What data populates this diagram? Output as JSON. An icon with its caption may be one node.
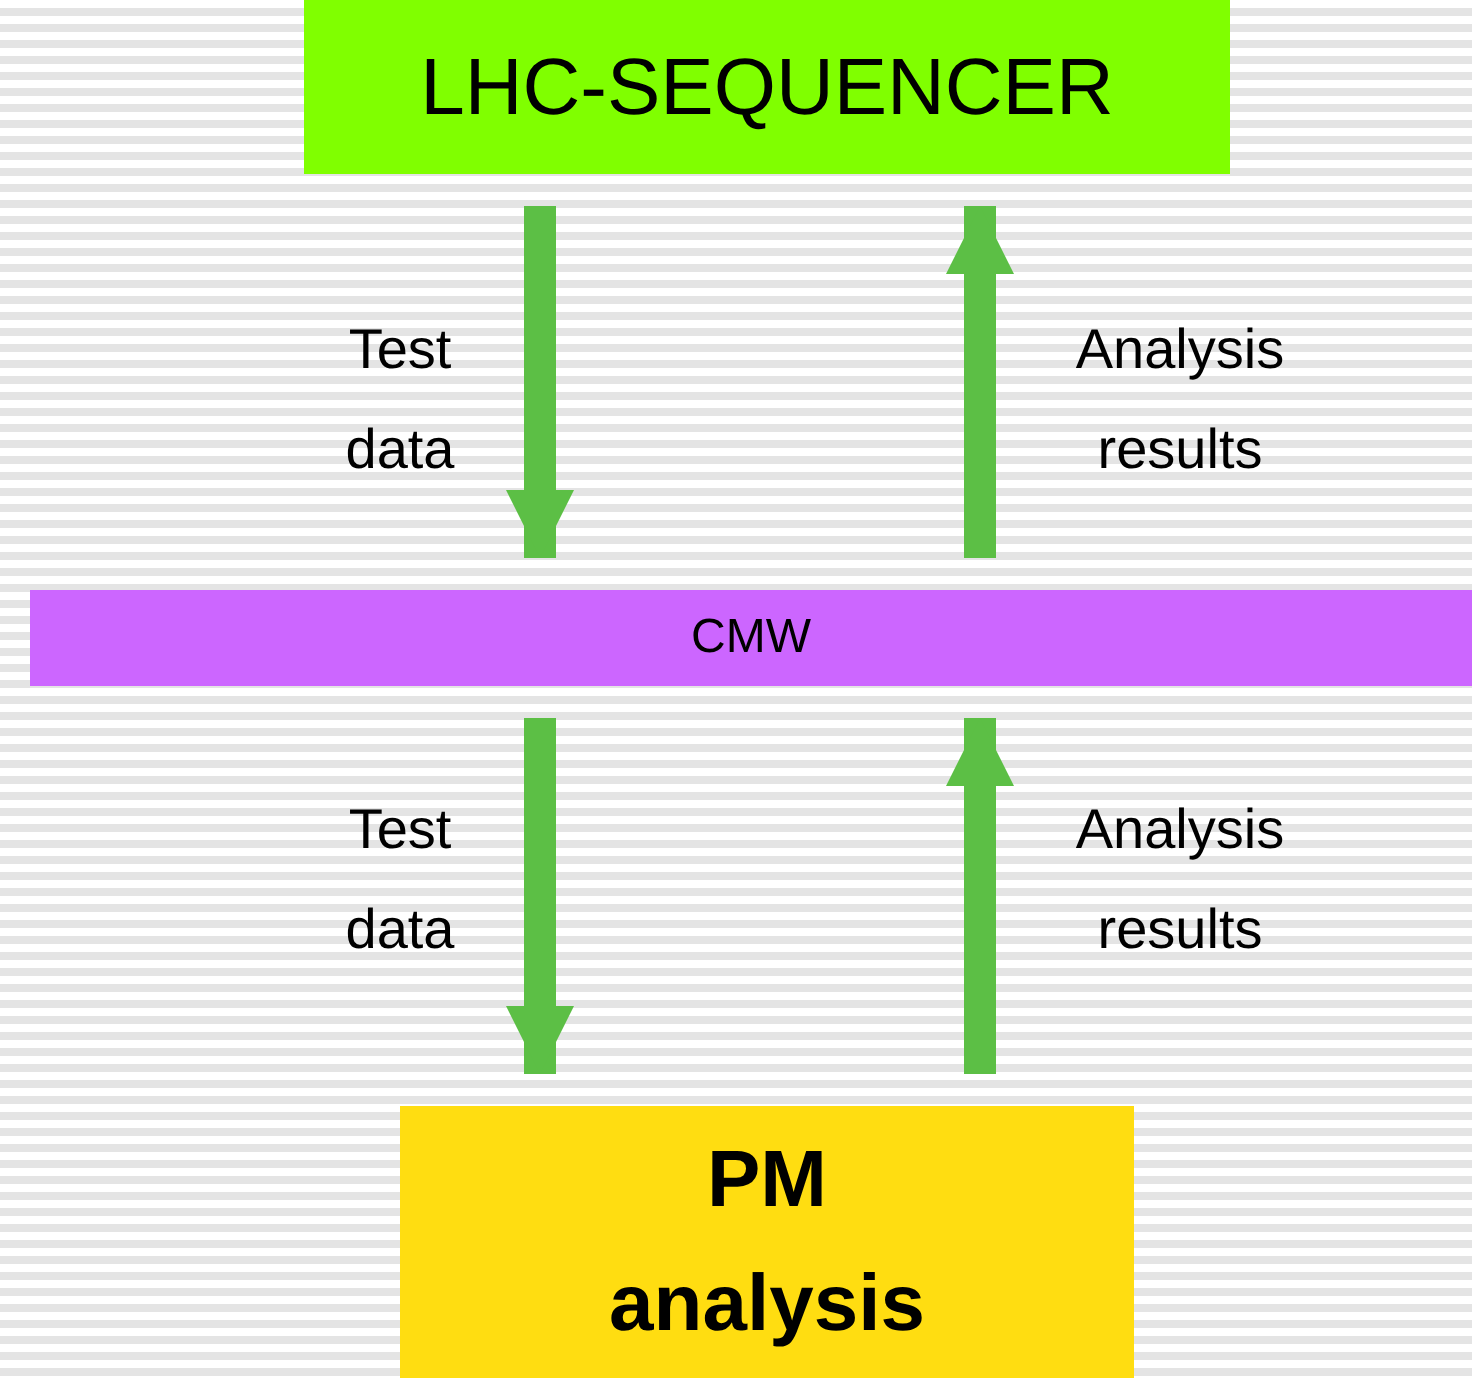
{
  "diagram": {
    "nodes": [
      {
        "text": [
          "LHC-SEQUENCER"
        ]
      },
      {
        "text": [
          "CMW"
        ]
      },
      {
        "text": [
          "PM analysis"
        ]
      }
    ],
    "edges": [
      {
        "from": 0,
        "to": 1,
        "arrow": "to",
        "label": "Test data"
      },
      {
        "from": 1,
        "to": 0,
        "arrow": "to",
        "label": "Analysis results"
      },
      {
        "from": 1,
        "to": 2,
        "arrow": "to",
        "label": "Test data"
      },
      {
        "from": 2,
        "to": 1,
        "arrow": "to",
        "label": "Analysis results"
      }
    ]
  }
}
